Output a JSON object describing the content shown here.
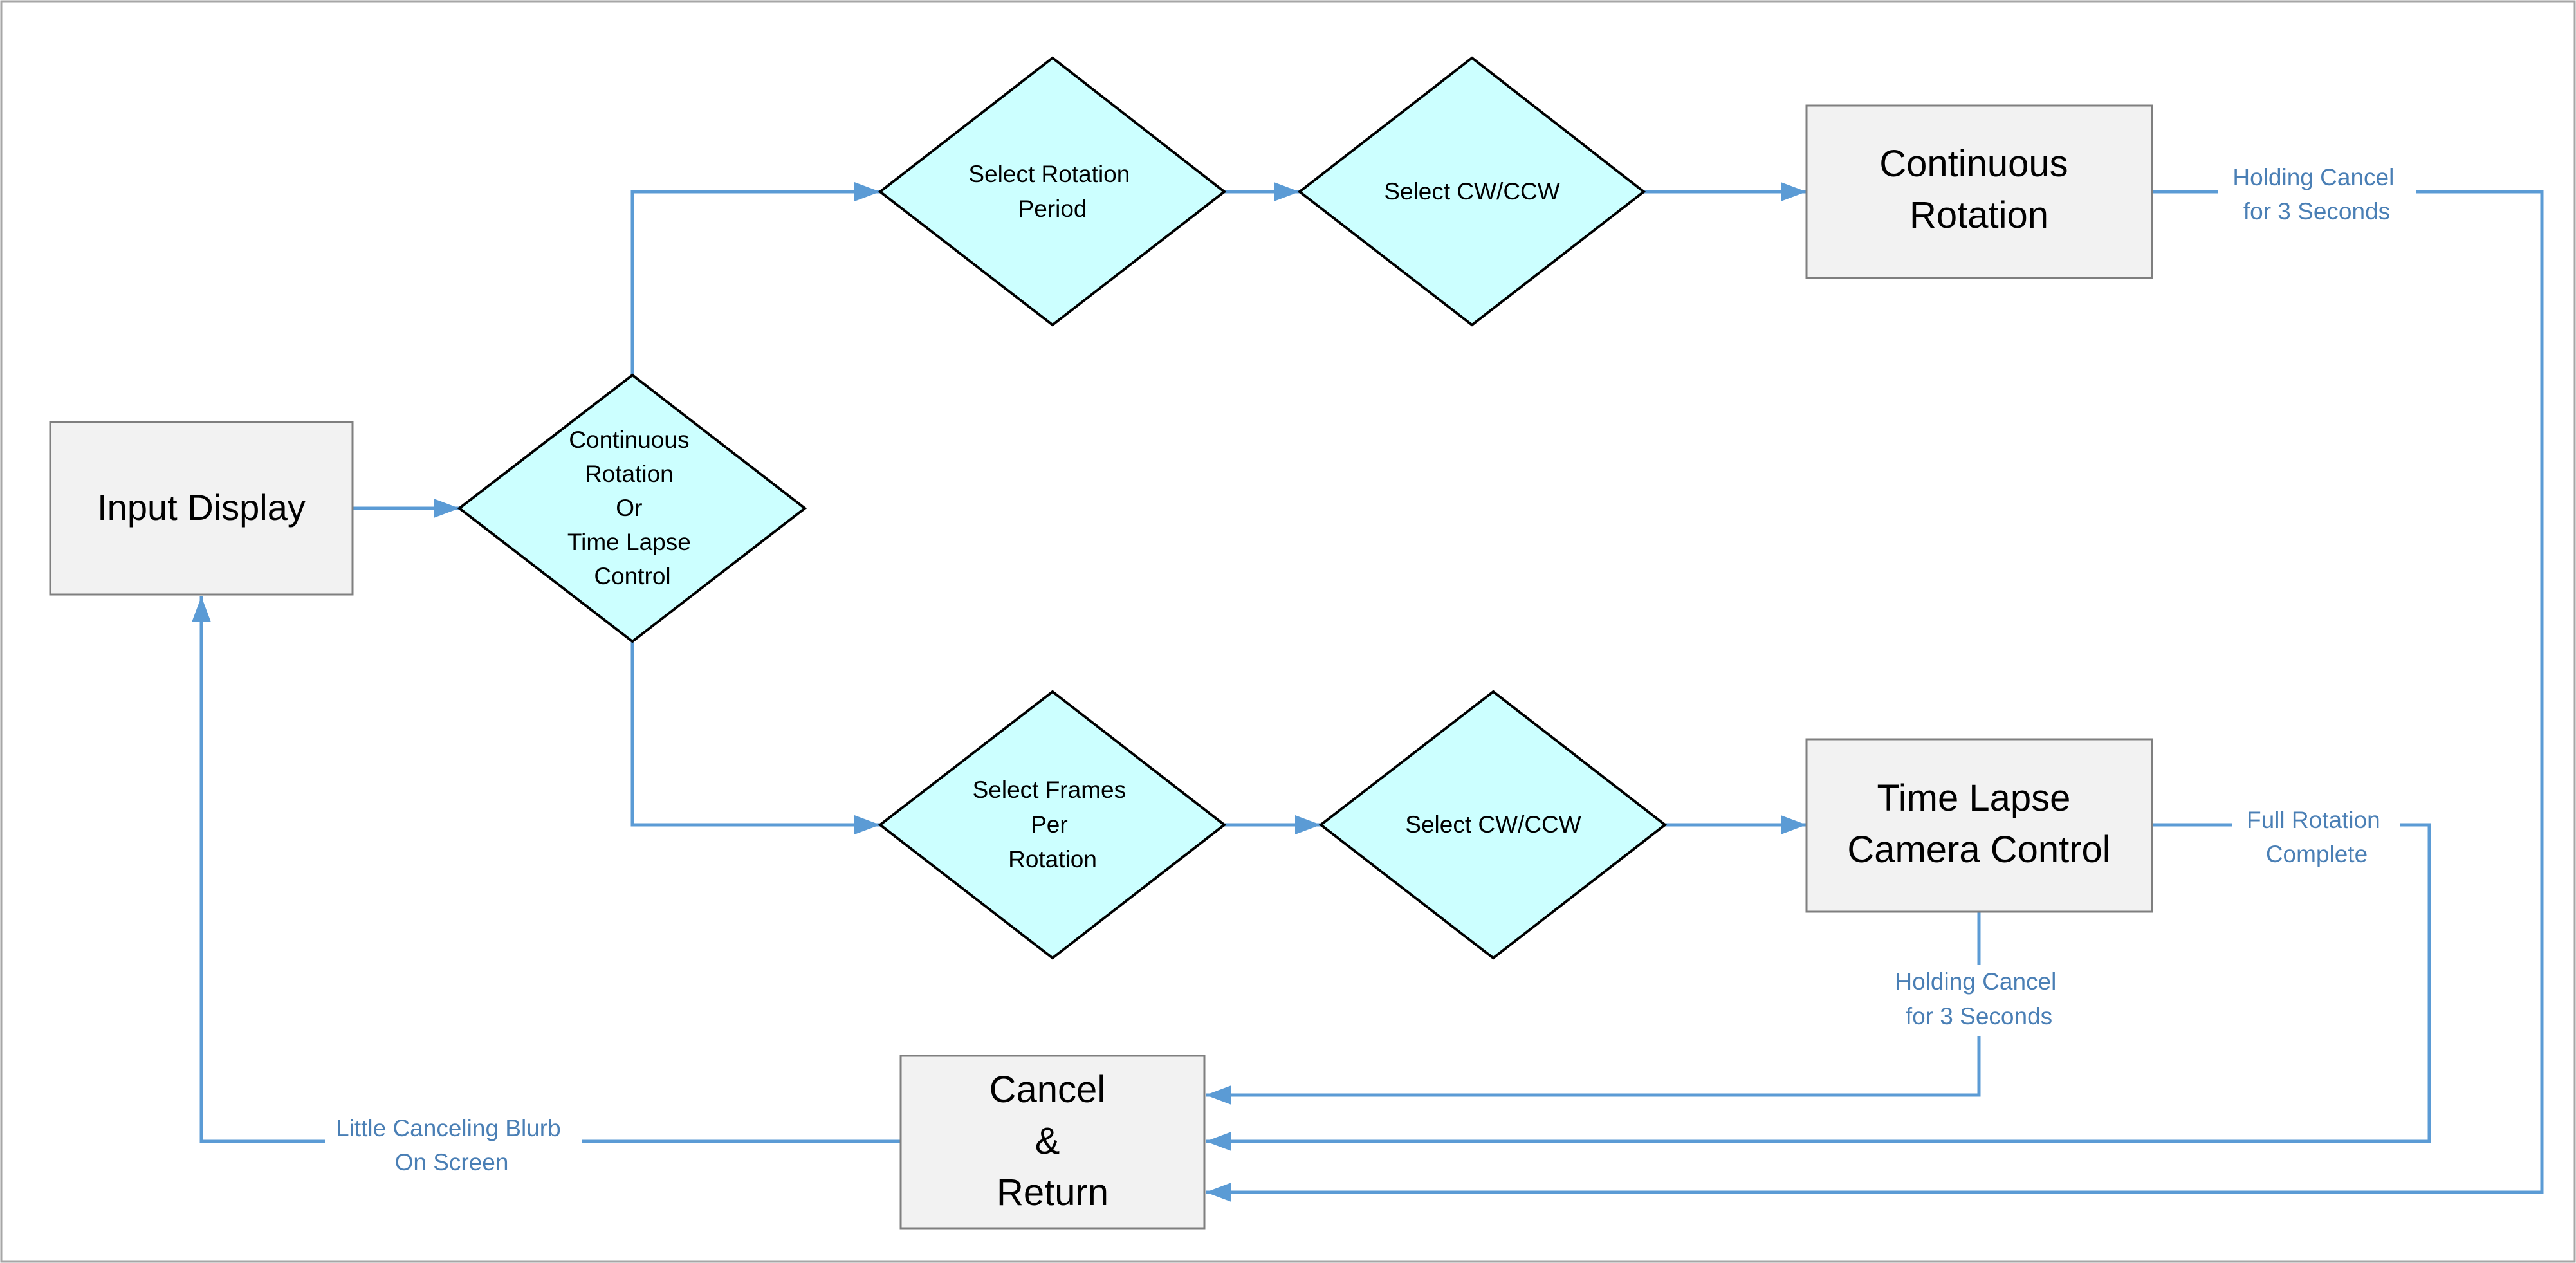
{
  "colors": {
    "box_fill": "#f2f2f2",
    "box_stroke": "#7f7f7f",
    "diamond_fill": "#ccffff",
    "diamond_stroke": "#000000",
    "connector": "#5b9bd5",
    "edge_label": "#4a7fb5"
  },
  "nodes": {
    "input_display": {
      "lines": [
        "Input Display"
      ]
    },
    "mode_choice": {
      "lines": [
        "Continuous",
        "Rotation",
        "Or",
        "Time Lapse",
        "Control"
      ]
    },
    "select_rotation_period": {
      "lines": [
        "Select Rotation",
        "Period"
      ]
    },
    "select_cw_ccw_top": {
      "lines": [
        "Select CW/CCW"
      ]
    },
    "continuous_rotation": {
      "lines": [
        "Continuous",
        "Rotation"
      ]
    },
    "select_frames": {
      "lines": [
        "Select Frames",
        "Per",
        "Rotation"
      ]
    },
    "select_cw_ccw_bottom": {
      "lines": [
        "Select CW/CCW"
      ]
    },
    "time_lapse": {
      "lines": [
        "Time Lapse",
        "Camera Control"
      ]
    },
    "cancel_return": {
      "lines": [
        "Cancel",
        "&",
        "Return"
      ]
    }
  },
  "edge_labels": {
    "holding_cancel_top": {
      "lines": [
        "Holding Cancel",
        "for 3 Seconds"
      ]
    },
    "full_rotation": {
      "lines": [
        "Full Rotation",
        "Complete"
      ]
    },
    "holding_cancel_bottom": {
      "lines": [
        "Holding Cancel",
        "for 3 Seconds"
      ]
    },
    "canceling_blurb": {
      "lines": [
        "Little Canceling Blurb",
        "On Screen"
      ]
    }
  }
}
